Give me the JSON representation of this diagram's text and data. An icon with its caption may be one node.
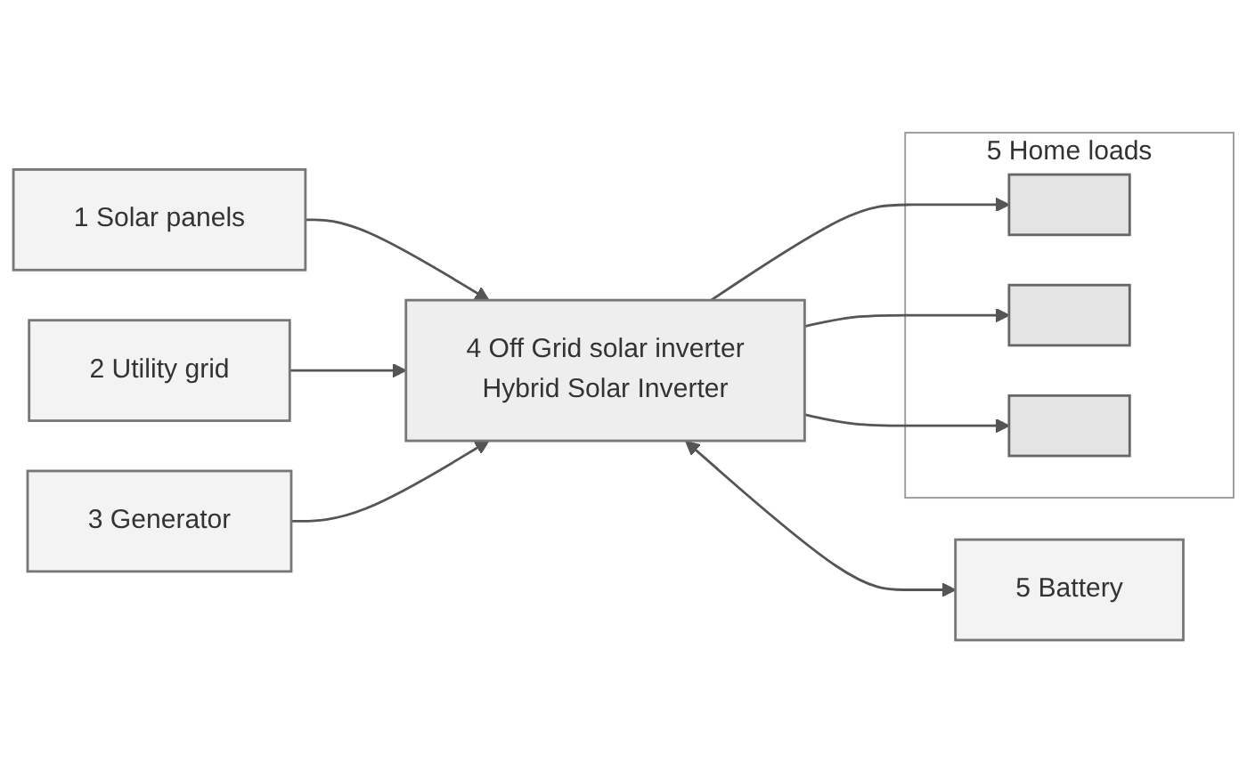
{
  "diagram": {
    "nodes": [
      {
        "text": [
          "1 Solar panels"
        ]
      },
      {
        "text": [
          "2 Utility grid"
        ]
      },
      {
        "text": [
          "3 Generator"
        ]
      },
      {
        "text": [
          "4 Off Grid solar inverter",
          "Hybrid Solar Inverter"
        ]
      },
      {
        "text": [
          "5 Battery"
        ]
      },
      {
        "text": [
          "5 Home loads"
        ]
      },
      {
        "text": [],
        "shape": "box",
        "in": 5
      },
      {
        "text": [],
        "shape": "box",
        "in": 5
      },
      {
        "text": [],
        "shape": "box",
        "in": 5
      }
    ],
    "edges": [
      {
        "from": 0,
        "to": 3,
        "arrow": "to"
      },
      {
        "from": 1,
        "to": 3,
        "arrow": "to"
      },
      {
        "from": 2,
        "to": 3,
        "arrow": "to"
      },
      {
        "from": 3,
        "to": 4,
        "arrow": "both"
      },
      {
        "from": 3,
        "to": 6,
        "arrow": "to"
      },
      {
        "from": 3,
        "to": 7,
        "arrow": "to"
      },
      {
        "from": 3,
        "to": 8,
        "arrow": "to"
      }
    ]
  }
}
